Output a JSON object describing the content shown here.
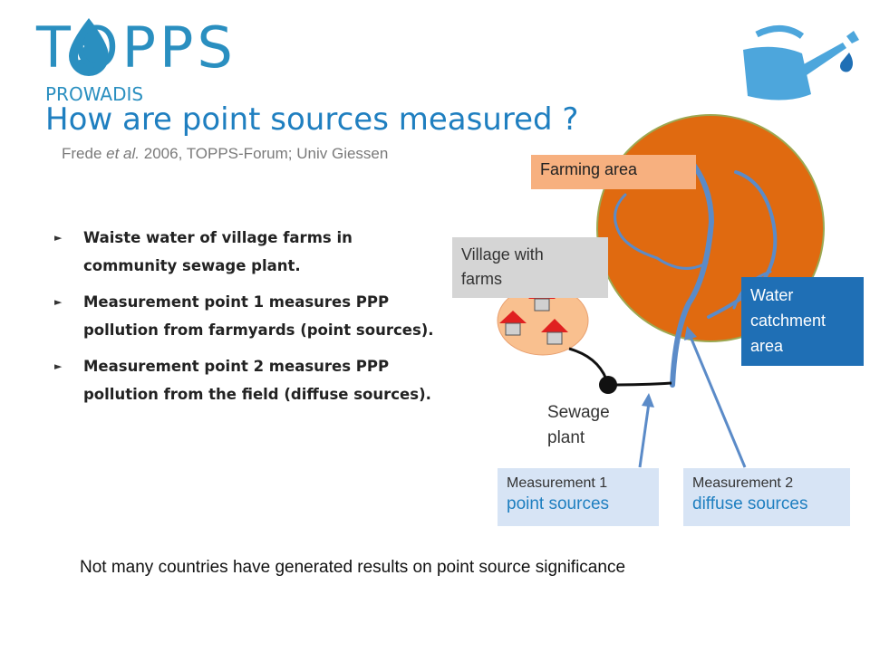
{
  "logo": {
    "name": "TOPPS",
    "sub": "PROWADIS"
  },
  "title": "How are point sources measured ?",
  "subtitle": {
    "author": "Frede",
    "etal": "et al.",
    "rest": "2006, TOPPS-Forum;   Univ Giessen"
  },
  "bullets": [
    "Waiste water of village farms in community sewage plant.",
    "Measurement point 1 measures PPP pollution from farmyards (point sources).",
    "Measurement point 2 measures PPP pollution from the field (diffuse sources)."
  ],
  "diagram": {
    "farming_area": "Farming area",
    "village_line1": "Village with",
    "village_line2": "farms",
    "water_line1": "Water",
    "water_line2": "catchment",
    "water_line3": "area",
    "sewage_line1": "Sewage",
    "sewage_line2": "plant",
    "measurement1_title": "Measurement 1",
    "measurement1_sub": "point sources",
    "measurement2_title": "Measurement 2",
    "measurement2_sub": "diffuse sources"
  },
  "footer_note": "Not many countries have generated results on point source significance",
  "colors": {
    "brand_blue": "#1f7fc0",
    "farm_orange": "#e06a10",
    "farm_label": "#f7b07f",
    "water_label": "#1f6fb5",
    "measurement_box": "#d7e4f5",
    "river": "#5b8bc8",
    "house_roof": "#e02020"
  }
}
